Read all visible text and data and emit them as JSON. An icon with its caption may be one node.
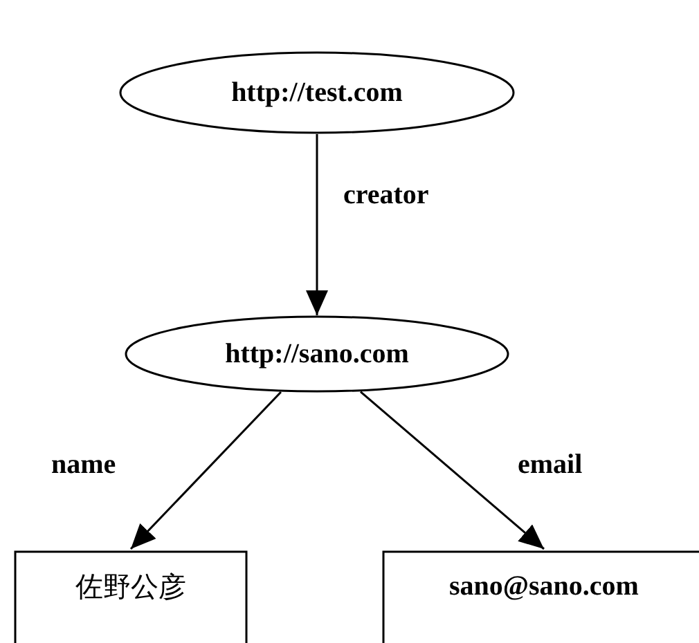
{
  "diagram": {
    "nodes": [
      {
        "text": [
          "http://test.com"
        ]
      },
      {
        "text": [
          "http://sano.com"
        ]
      },
      {
        "text": [
          "佐野公彦"
        ]
      },
      {
        "text": [
          "sano@sano.com"
        ]
      }
    ],
    "edges": [
      {
        "from": 0,
        "to": 1,
        "arrow": "to",
        "label": "creator"
      },
      {
        "from": 1,
        "to": 2,
        "arrow": "to",
        "label": "name"
      },
      {
        "from": 1,
        "to": 3,
        "arrow": "to",
        "label": "email"
      }
    ]
  }
}
